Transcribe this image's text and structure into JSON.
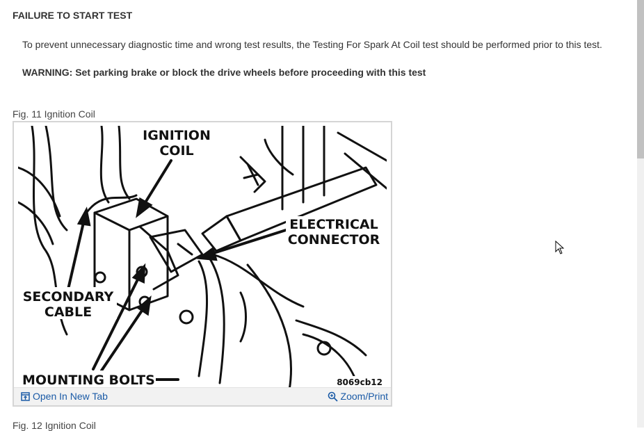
{
  "article": {
    "heading": "FAILURE TO START TEST",
    "paragraph": "To prevent unnecessary diagnostic time and wrong test results, the Testing For Spark At Coil test should be performed prior to this test.",
    "warning": "WARNING: Set parking brake or block the drive wheels before proceeding with this test"
  },
  "figure": {
    "caption": "Fig. 11 Ignition Coil",
    "labels": {
      "ignition_1": "IGNITION",
      "ignition_2": "COIL",
      "electrical_1": "ELECTRICAL",
      "electrical_2": "CONNECTOR",
      "secondary_1": "SECONDARY",
      "secondary_2": "CABLE",
      "mounting": "MOUNTING BOLTS",
      "code": "8069cb12"
    },
    "open_new_tab": "Open In New Tab",
    "zoom_print": "Zoom/Print",
    "link_color": "#1a5aa6"
  },
  "next_figure": {
    "caption": "Fig. 12 Ignition Coil"
  }
}
